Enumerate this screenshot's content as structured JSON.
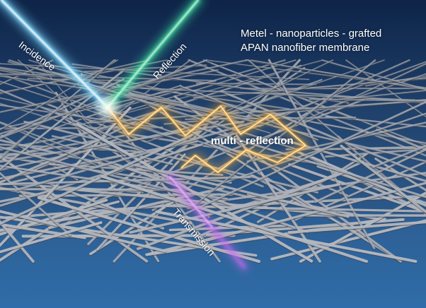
{
  "title": {
    "line1": "Metel - nanoparticles - grafted",
    "line2": "APAN nanofiber membrane"
  },
  "labels": {
    "incidence": "Incidence",
    "reflection": "Reflection",
    "multi_reflection": "multi - reflection",
    "transmission": "Transmission"
  },
  "colors": {
    "background_top": "#0e2448",
    "background_mid": "#28507e",
    "background_bottom": "#2f6aa6",
    "fiber": "#b9bcc2",
    "incidence_beam": "#7fdcff",
    "reflection_beam": "#3fe6a0",
    "multi_reflection_beam": "#ffb43a",
    "transmission_beam": "#c86ef0",
    "label_text": "#ffffff"
  },
  "icons": {
    "incidence": "bright-light-beam",
    "reflection": "reflected-light-beam",
    "multi_reflection": "zigzag-light-path",
    "transmission": "transmitted-light-beam",
    "membrane": "nanofiber-mesh"
  }
}
